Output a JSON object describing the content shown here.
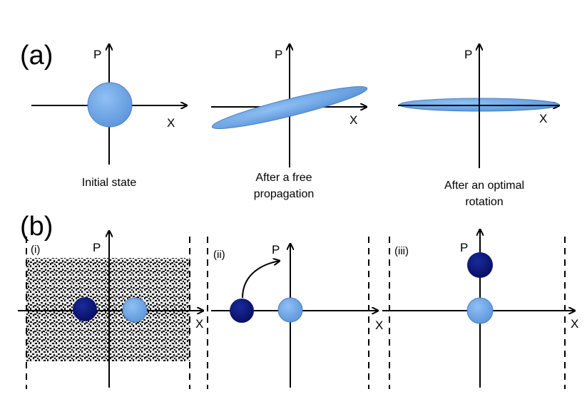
{
  "panel_a": {
    "label": "(a)",
    "plots": [
      {
        "x_label": "X",
        "p_label": "P",
        "caption_lines": [
          "Initial state"
        ]
      },
      {
        "x_label": "X",
        "p_label": "P",
        "caption_lines": [
          "After a free",
          "propagation"
        ]
      },
      {
        "x_label": "X",
        "p_label": "P",
        "caption_lines": [
          "After an optimal",
          "rotation"
        ]
      }
    ]
  },
  "panel_b": {
    "label": "(b)",
    "subpanels": [
      {
        "label": "(i)",
        "x_label": "X",
        "p_label": "P"
      },
      {
        "label": "(ii)",
        "x_label": "X",
        "p_label": "P"
      },
      {
        "label": "(iii)",
        "x_label": "X",
        "p_label": "P"
      }
    ]
  },
  "colors": {
    "light_state": "#6aa3e6",
    "light_state_edge": "#4a7fc0",
    "dark_state": "#0a1478",
    "noise_background": "#d8d8d8",
    "axis": "#000000"
  }
}
